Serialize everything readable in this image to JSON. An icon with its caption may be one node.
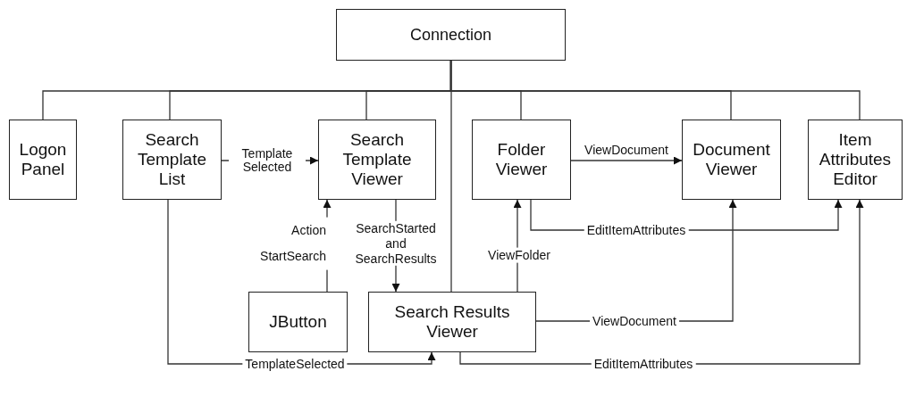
{
  "diagram": {
    "nodes": [
      {
        "text": [
          "Connection"
        ]
      },
      {
        "text": [
          "Logon Panel"
        ]
      },
      {
        "text": [
          "Search Template List"
        ]
      },
      {
        "text": [
          "Search Template Viewer"
        ]
      },
      {
        "text": [
          "Folder Viewer"
        ]
      },
      {
        "text": [
          "Document Viewer"
        ]
      },
      {
        "text": [
          "Item Attributes Editor"
        ]
      },
      {
        "text": [
          "JButton"
        ]
      },
      {
        "text": [
          "Search Results Viewer"
        ]
      }
    ],
    "edges": [
      {
        "from": 0,
        "to": 1,
        "arrow": "none"
      },
      {
        "from": 0,
        "to": 2,
        "arrow": "none"
      },
      {
        "from": 0,
        "to": 3,
        "arrow": "none"
      },
      {
        "from": 0,
        "to": 4,
        "arrow": "none"
      },
      {
        "from": 0,
        "to": 5,
        "arrow": "none"
      },
      {
        "from": 0,
        "to": 6,
        "arrow": "none"
      },
      {
        "from": 0,
        "to": 8,
        "arrow": "none"
      },
      {
        "from": 2,
        "to": 3,
        "arrow": "to",
        "label": "Template Selected"
      },
      {
        "from": 7,
        "to": 3,
        "arrow": "to",
        "label": "Action StartSearch"
      },
      {
        "from": 3,
        "to": 8,
        "arrow": "to",
        "label": "SearchStarted and SearchResults"
      },
      {
        "from": 8,
        "to": 4,
        "arrow": "to",
        "label": "ViewFolder"
      },
      {
        "from": 4,
        "to": 5,
        "arrow": "to",
        "label": "ViewDocument"
      },
      {
        "from": 4,
        "to": 6,
        "arrow": "to",
        "label": "EditItemAttributes"
      },
      {
        "from": 8,
        "to": 5,
        "arrow": "to",
        "label": "ViewDocument"
      },
      {
        "from": 2,
        "to": 8,
        "arrow": "to",
        "label": "TemplateSelected"
      },
      {
        "from": 8,
        "to": 6,
        "arrow": "to",
        "label": "EditItemAttributes"
      }
    ]
  }
}
